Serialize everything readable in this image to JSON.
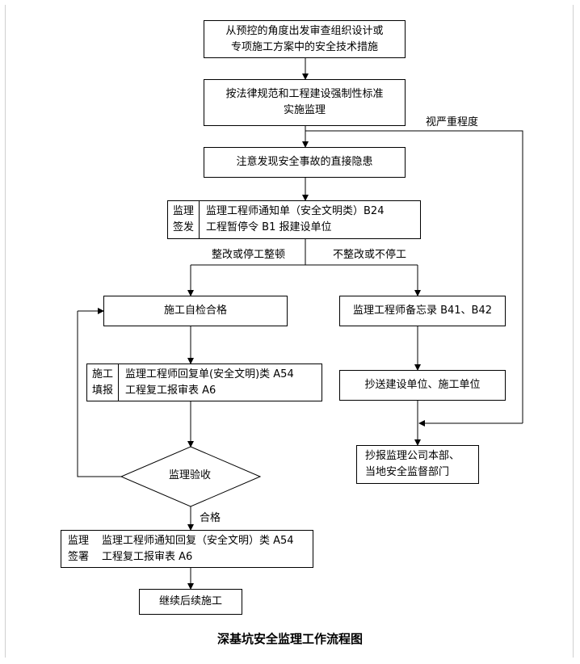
{
  "title": "深基坑安全监理工作流程图",
  "nodes": {
    "start": [
      "从预控的角度出发审查组织设计或",
      "专项施工方案中的安全技术措施"
    ],
    "implement": [
      "按法律规范和工程建设强制性标准",
      "实施监理"
    ],
    "detect": "注意发现安全事故的直接隐患",
    "issue": {
      "label": [
        "监理",
        "签发"
      ],
      "lines": [
        "监理工程师通知单（安全文明类）B24",
        "工程暂停令 B1 报建设单位"
      ]
    },
    "self_check": "施工自检合格",
    "contractor_reply": {
      "label": [
        "施工",
        "填报"
      ],
      "lines": [
        "监理工程师回复单(安全文明)类 A54",
        "工程复工报审表 A6"
      ]
    },
    "accept": "监理验收",
    "sign": {
      "label": [
        "监理",
        "签署"
      ],
      "lines": [
        "监理工程师通知回复（安全文明）类 A54",
        "工程复工报审表 A6"
      ]
    },
    "continue": "继续后续施工",
    "memo": "监理工程师备忘录 B41、B42",
    "copy_to": "抄送建设单位、施工单位",
    "report": [
      "抄报监理公司本部、",
      "当地安全监督部门"
    ]
  },
  "edge_labels": {
    "severity": "视严重程度",
    "rectify": "整改或停工整顿",
    "no_rectify": "不整改或不停工",
    "pass": "合格"
  }
}
